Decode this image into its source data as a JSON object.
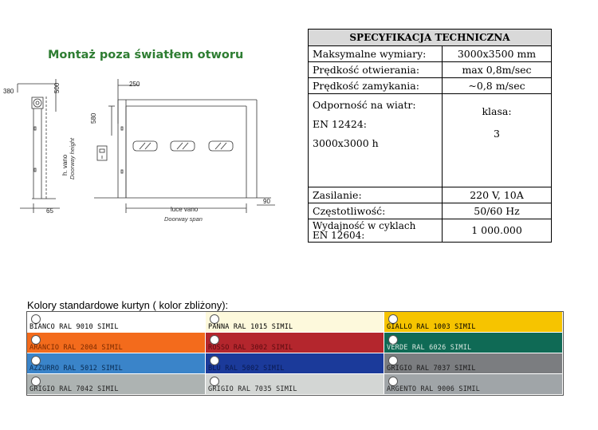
{
  "mount": {
    "title": "Montaż poza światłem otworu",
    "dims": {
      "d380": "380",
      "d500": "500",
      "d250": "250",
      "d580": "580",
      "d65": "65",
      "d90": "90",
      "h_vano": "h. vano",
      "doorway_height": "Doorway height",
      "luce_vano": "luce vano",
      "doorway_span": "Doorway span"
    }
  },
  "spec": {
    "header": "SPECYFIKACJA TECHNICZNA",
    "rows": [
      {
        "label": "Maksymalne wymiary:",
        "value": "3000x3500 mm"
      },
      {
        "label": "Prędkość otwierania:",
        "value": "max 0,8m/sec"
      },
      {
        "label": "Prędkość zamykania:",
        "value": "~0,8 m/sec"
      }
    ],
    "wind": {
      "label1": "Odporność na wiatr:",
      "label2": "EN 12424:",
      "label3": "3000x3000 h",
      "value1": "klasa:",
      "value2": "3"
    },
    "power": {
      "label": "Zasilanie:",
      "value": "220 V,  10A"
    },
    "freq": {
      "label": "Częstotliwość:",
      "value": "50/60 Hz"
    },
    "cycles": {
      "label1": "Wydajność w cyklach",
      "label2": "EN 12604:",
      "value": "1 000.000"
    }
  },
  "colors": {
    "title": "Kolory standardowe kurtyn ( kolor zbliżony):",
    "items": [
      {
        "label": "BIANCO RAL 9010 SIMIL",
        "color": "#ffffff",
        "text": "#000000"
      },
      {
        "label": "PANNA RAL 1015 SIMIL",
        "color": "#fdf9dc",
        "text": "#000000"
      },
      {
        "label": "GIALLO RAL 1003 SIMIL",
        "color": "#f6c400",
        "text": "#000000"
      },
      {
        "label": "ARANCIO RAL 2004 SIMIL",
        "color": "#f36b1c",
        "text": "#7a2a00"
      },
      {
        "label": "ROSSO RAL 3002 SIMIL",
        "color": "#b4262d",
        "text": "#5a0b10"
      },
      {
        "label": "VERDE RAL 6026 SIMIL",
        "color": "#0f6a55",
        "text": "#d8e8e0"
      },
      {
        "label": "AZZURRO RAL 5012 SIMIL",
        "color": "#3a84c9",
        "text": "#082a50"
      },
      {
        "label": "BLU RAL 5002 SIMIL",
        "color": "#1b3a9a",
        "text": "#0a1a50"
      },
      {
        "label": "GRIGIO RAL 7037 SIMIL",
        "color": "#7b7d80",
        "text": "#1a1a1a"
      },
      {
        "label": "GRIGIO RAL 7042 SIMIL",
        "color": "#adb3b2",
        "text": "#222222"
      },
      {
        "label": "GRIGIO RAL 7035 SIMIL",
        "color": "#d3d6d4",
        "text": "#222222"
      },
      {
        "label": "ARGENTO RAL 9006 SIMIL",
        "color": "#a0a5a8",
        "text": "#222222"
      }
    ]
  }
}
